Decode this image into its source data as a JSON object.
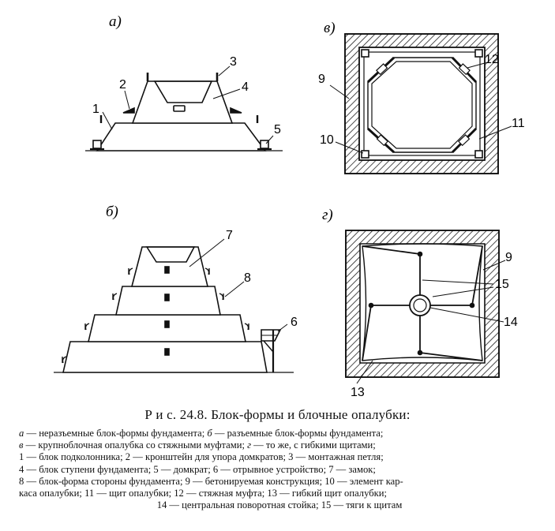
{
  "panels": {
    "a": "а)",
    "b": "б)",
    "v": "в)",
    "g": "г)"
  },
  "callouts": {
    "n1": "1",
    "n2": "2",
    "n3": "3",
    "n4": "4",
    "n5": "5",
    "n6": "6",
    "n7": "7",
    "n8": "8",
    "n9": "9",
    "n10": "10",
    "n11": "11",
    "n12": "12",
    "n13": "13",
    "n14": "14",
    "n15": "15"
  },
  "caption": {
    "prefix": "Р и с. 24.8.",
    "title": "Блок-формы и блочные опалубки:"
  },
  "legend": {
    "l1a_key": "а",
    "l1a_text": " — неразъемные блок-формы фундамента; ",
    "l1b_key": "б",
    "l1b_text": " — разъемные блок-формы фундамента;",
    "l2a_key": "в",
    "l2a_text": " — крупноблочная опалубка со стяжными муфтами; ",
    "l2b_key": "г",
    "l2b_text": " — то же, с гибкими щитами;",
    "l3": "1 — блок подколонника; 2 — кронштейн для упора домкратов; 3 — монтажная петля;",
    "l4": "4 — блок ступени фундамента; 5 — домкрат; 6 — отрывное устройство; 7 — замок;",
    "l5": "8 — блок-форма стороны фундамента; 9 — бетонируемая конструкция; 10 — элемент кар-",
    "l6": "каса опалубки; 11 — щит опалубки; 12 — стяжная муфта; 13 — гибкий щит опалубки;",
    "l7": "14 — центральная поворотная стойка; 15 — тяги к щитам"
  }
}
